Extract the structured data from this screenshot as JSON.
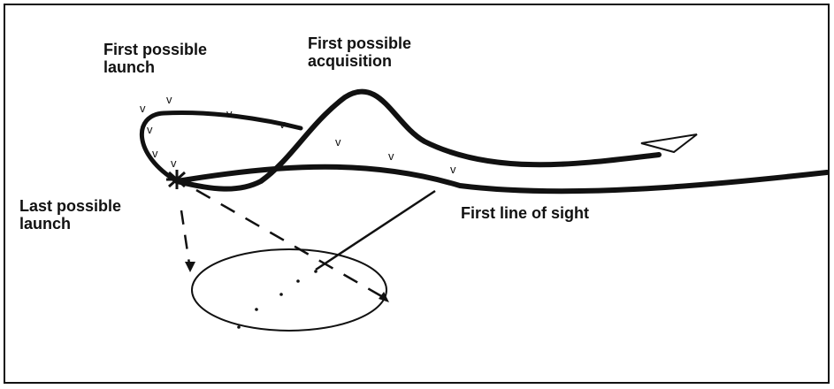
{
  "labels": {
    "first_launch": [
      "First possible",
      "launch"
    ],
    "first_acquisition": [
      "First possible",
      "acquisition"
    ],
    "last_launch": [
      "Last possible",
      "launch"
    ],
    "first_los": "First line of sight"
  },
  "tick_mark_glyph": "v",
  "colors": {
    "ink": "#111111",
    "background": "#ffffff"
  }
}
